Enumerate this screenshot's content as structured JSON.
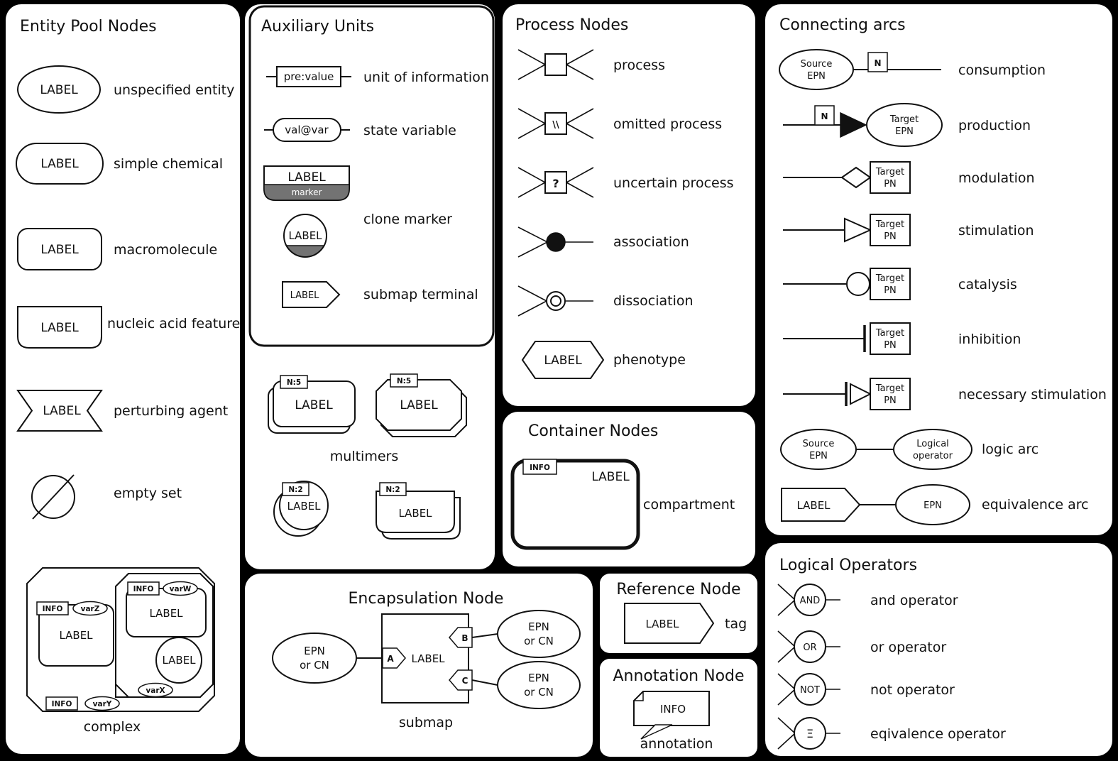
{
  "entity_pool": {
    "title": "Entity Pool Nodes",
    "items": [
      {
        "label": "LABEL",
        "name": "unspecified entity"
      },
      {
        "label": "LABEL",
        "name": "simple chemical"
      },
      {
        "label": "LABEL",
        "name": "macromolecule"
      },
      {
        "label": "LABEL",
        "name": "nucleic acid feature"
      },
      {
        "label": "LABEL",
        "name": "perturbing agent"
      },
      {
        "name": "empty set"
      }
    ],
    "complex": {
      "caption": "complex",
      "macromolecule": {
        "info": "INFO",
        "var": "varZ",
        "label": "LABEL"
      },
      "nested": {
        "info": "INFO",
        "var": "varW",
        "label": "LABEL",
        "bottom_var": "varX"
      },
      "chemical_label": "LABEL",
      "outer": {
        "info": "INFO",
        "var": "varY"
      }
    }
  },
  "auxiliary": {
    "title": "Auxiliary Units",
    "unit_of_information": {
      "value": "pre:value",
      "name": "unit of information"
    },
    "state_variable": {
      "value": "val@var",
      "name": "state variable"
    },
    "clone_marker": {
      "label": "LABEL",
      "marker": "marker",
      "circle_label": "LABEL",
      "name": "clone marker"
    },
    "submap_terminal": {
      "label": "LABEL",
      "name": "submap terminal"
    }
  },
  "multimers": {
    "caption": "multimers",
    "macromolecule": {
      "cardinality": "N:5",
      "label": "LABEL"
    },
    "complex": {
      "cardinality": "N:5",
      "label": "LABEL"
    },
    "chemical": {
      "cardinality": "N:2",
      "label": "LABEL"
    },
    "nucleic": {
      "cardinality": "N:2",
      "label": "LABEL"
    }
  },
  "process_nodes": {
    "title": "Process Nodes",
    "items": [
      {
        "name": "process"
      },
      {
        "glyph": "\\\\",
        "name": "omitted process"
      },
      {
        "glyph": "?",
        "name": "uncertain process"
      },
      {
        "name": "association"
      },
      {
        "name": "dissociation"
      },
      {
        "label": "LABEL",
        "name": "phenotype"
      }
    ]
  },
  "container_nodes": {
    "title": "Container Nodes",
    "compartment": {
      "info": "INFO",
      "label": "LABEL",
      "name": "compartment"
    }
  },
  "encapsulation": {
    "title": "Encapsulation Node",
    "caption": "submap",
    "label": "LABEL",
    "tags": {
      "a": "A",
      "b": "B",
      "c": "C"
    },
    "left_node": {
      "line1": "EPN",
      "line2": "or CN"
    },
    "top_right_node": {
      "line1": "EPN",
      "line2": "or CN"
    },
    "bottom_right_node": {
      "line1": "EPN",
      "line2": "or CN"
    }
  },
  "reference_node": {
    "title": "Reference Node",
    "tag": {
      "label": "LABEL",
      "name": "tag"
    }
  },
  "annotation_node": {
    "title": "Annotation Node",
    "info": "INFO",
    "caption": "annotation"
  },
  "connecting_arcs": {
    "title": "Connecting arcs",
    "consumption": {
      "name": "consumption",
      "source_line1": "Source",
      "source_line2": "EPN",
      "n": "N"
    },
    "production": {
      "name": "production",
      "target_line1": "Target",
      "target_line2": "EPN",
      "n": "N"
    },
    "modulation": {
      "name": "modulation",
      "target_line1": "Target",
      "target_line2": "PN"
    },
    "stimulation": {
      "name": "stimulation",
      "target_line1": "Target",
      "target_line2": "PN"
    },
    "catalysis": {
      "name": "catalysis",
      "target_line1": "Target",
      "target_line2": "PN"
    },
    "inhibition": {
      "name": "inhibition",
      "target_line1": "Target",
      "target_line2": "PN"
    },
    "necessary_stimulation": {
      "name": "necessary stimulation",
      "target_line1": "Target",
      "target_line2": "PN"
    },
    "logic_arc": {
      "name": "logic arc",
      "source_line1": "Source",
      "source_line2": "EPN",
      "op_line1": "Logical",
      "op_line2": "operator"
    },
    "equivalence_arc": {
      "name": "equivalence arc",
      "label": "LABEL",
      "epn": "EPN"
    }
  },
  "logical_operators": {
    "title": "Logical Operators",
    "items": [
      {
        "symbol": "AND",
        "name": "and operator"
      },
      {
        "symbol": "OR",
        "name": "or operator"
      },
      {
        "symbol": "NOT",
        "name": "not operator"
      },
      {
        "symbol": "Ξ",
        "name": "eqivalence operator"
      }
    ]
  }
}
